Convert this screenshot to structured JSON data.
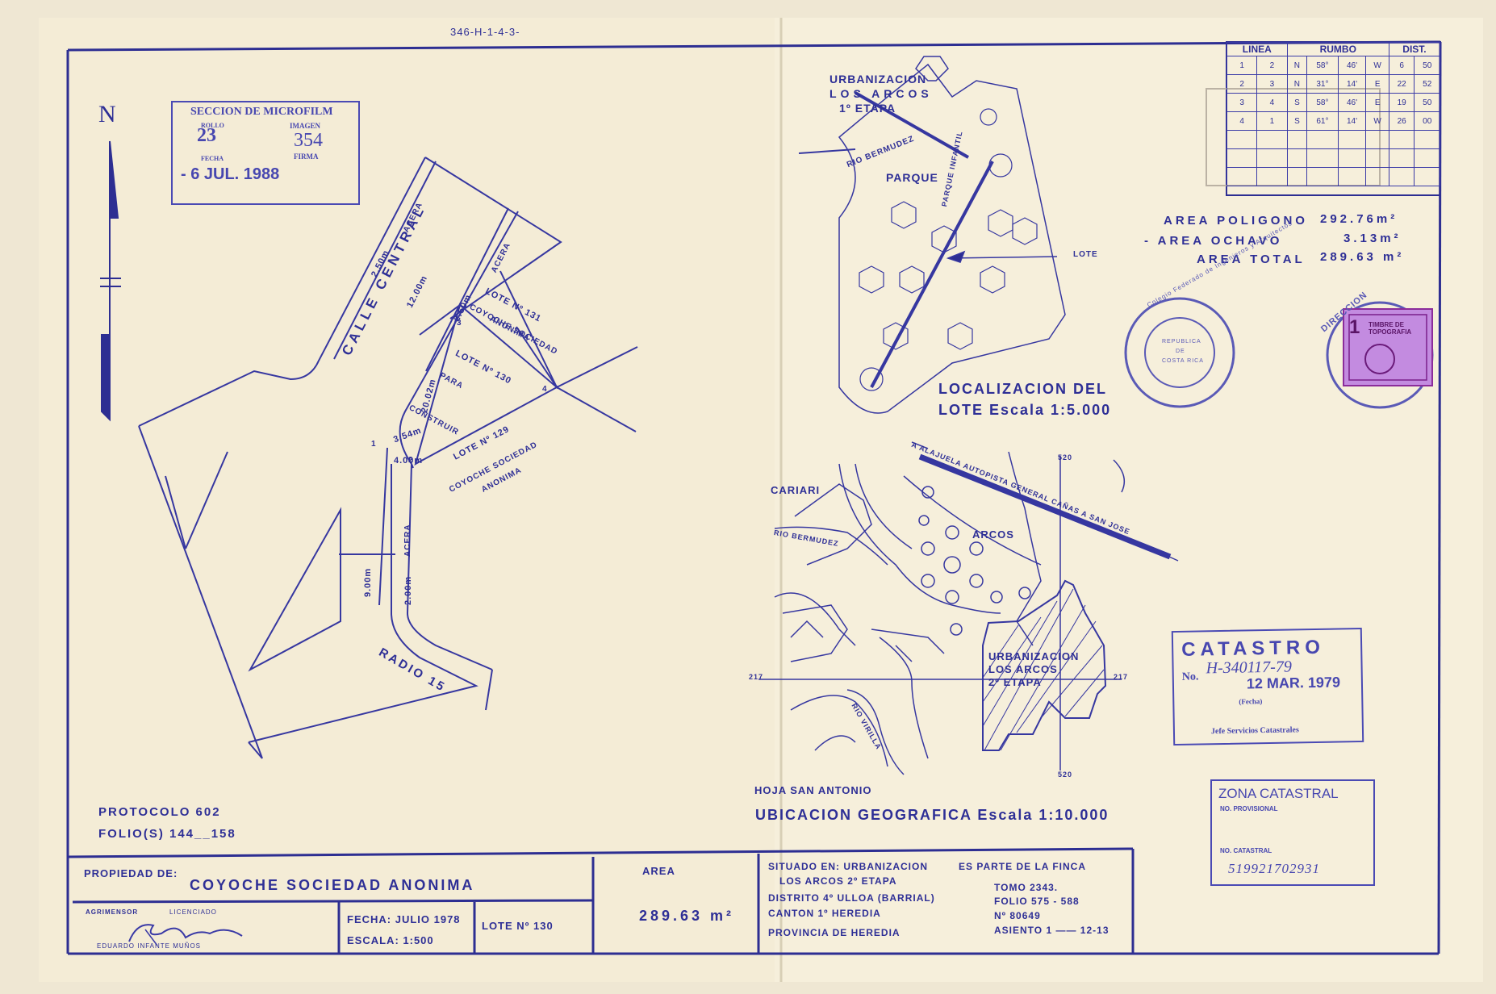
{
  "doc_ref": "346-H-1-4-3-",
  "north_label": "N",
  "microfilm_stamp": {
    "title": "SECCION DE MICROFILM",
    "rollo_label": "ROLLO",
    "rollo": "23",
    "imagen_label": "IMAGEN",
    "imagen": "354",
    "fecha_label": "FECHA",
    "fecha": "- 6 JUL. 1988",
    "firma_label": "FIRMA"
  },
  "plan": {
    "street_name": "CALLE CENTRAL",
    "acera_1": "ACERA",
    "acera_2": "ACERA",
    "acera_3": "ACERA",
    "dim_250": "2.50m",
    "dim_1200": "12.00m",
    "dim_250b": "2.50m",
    "dim_2002": "20.02m",
    "dim_354": "3.54m",
    "dim_400": "4.00m",
    "dim_900": "9.00m",
    "dim_200": "2.00m",
    "radio": "RADIO 15",
    "lote131_a": "LOTE Nº 131",
    "lote131_b": "COYOCHE SOCIEDAD",
    "lote131_c": "ANONIMA",
    "lote130_a": "LOTE Nº 130",
    "lote130_b": "PARA",
    "lote130_c": "CONSTRUIR",
    "lote129_a": "LOTE Nº 129",
    "lote129_b": "COYOCHE SOCIEDAD",
    "lote129_c": "ANONIMA",
    "v1": "1",
    "v2": "2",
    "v3": "3",
    "v4": "4"
  },
  "protocolo": "PROTOCOLO 602",
  "folios": "FOLIO(S) 144__158",
  "location_map": {
    "urb_line1": "URBANIZACION",
    "urb_line2": "LOS ARCOS",
    "urb_line3": "1º ETAPA",
    "rio": "RIO BERMUDEZ",
    "parque": "PARQUE",
    "parque_inf": "PARQUE INFANTIL",
    "lote": "LOTE",
    "title1": "LOCALIZACION DEL",
    "title2": "LOTE Escala 1:5.000"
  },
  "geo_map": {
    "cariari": "CARIARI",
    "rio_bermudez": "RIO BERMUDEZ",
    "arcos": "ARCOS",
    "autopista": "A ALAJUELA AUTOPISTA GENERAL CAÑAS A SAN JOSE",
    "urb1": "URBANIZACION",
    "urb2": "LOS ARCOS",
    "urb3": "2º ETAPA",
    "rio_virilla": "RIO VIRILLA",
    "grid_520": "520",
    "grid_217": "217",
    "grid_217b": "217",
    "grid_520b": "520",
    "hoja": "HOJA SAN ANTONIO",
    "title": "UBICACION GEOGRAFICA Escala 1:10.000"
  },
  "bearing_table": {
    "headers": [
      "LINEA",
      "RUMBO",
      "DIST."
    ],
    "rows": [
      [
        "1",
        "2",
        "N",
        "58°",
        "46'",
        "W",
        "6",
        "50"
      ],
      [
        "2",
        "3",
        "N",
        "31°",
        "14'",
        "E",
        "22",
        "52"
      ],
      [
        "3",
        "4",
        "S",
        "58°",
        "46'",
        "E",
        "19",
        "50"
      ],
      [
        "4",
        "1",
        "S",
        "61°",
        "14'",
        "W",
        "26",
        "00"
      ]
    ]
  },
  "areas": {
    "poligono_label": "AREA POLIGONO",
    "poligono": "292.76m²",
    "ochavo_label": "- AREA OCHAVO",
    "ochavo": "3.13m²",
    "total_label": "AREA TOTAL",
    "total": "289.63 m²"
  },
  "round_stamp": {
    "text": "Colegio Federado de Ingenieros y Arquitectos",
    "center1": "REPUBLICA",
    "center2": "DE",
    "center3": "COSTA RICA"
  },
  "timbre": {
    "label": "DIRECCION",
    "value": "1",
    "name": "TIMBRE DE TOPOGRAFIA"
  },
  "catastro_stamp": {
    "title": "CATASTRO",
    "no_label": "No.",
    "no": "H-340117-79",
    "date": "12 MAR. 1979",
    "fecha_label": "(Fecha)",
    "jefe": "Jefe Servicios Catastrales"
  },
  "zona_stamp": {
    "title": "ZONA CATASTRAL",
    "prov_label": "NO. PROVISIONAL",
    "cat_label": "NO. CATASTRAL",
    "cat_value": "519921702931"
  },
  "title_block": {
    "propiedad_label": "PROPIEDAD DE:",
    "propiedad": "COYOCHE SOCIEDAD ANONIMA",
    "area_label": "AREA",
    "area": "289.63 m²",
    "agrimensor_label": "AGRIMENSOR",
    "licenciado_label": "LICENCIADO",
    "agrimensor_name": "EDUARDO INFANTE MUÑOS",
    "fecha": "FECHA: JULIO 1978",
    "escala": "ESCALA: 1:500",
    "lote": "LOTE Nº 130",
    "sit1": "SITUADO EN: URBANIZACION",
    "sit2": "LOS ARCOS 2º ETAPA",
    "sit3": "DISTRITO 4º ULLOA (BARRIAL)",
    "sit4": "CANTON 1º HEREDIA",
    "sit5": "PROVINCIA DE HEREDIA",
    "finca1": "ES PARTE DE LA FINCA",
    "finca2": "TOMO 2343.",
    "finca3": "FOLIO 575 - 588",
    "finca4": "Nº 80649",
    "finca5": "ASIENTO 1 —— 12-13"
  }
}
